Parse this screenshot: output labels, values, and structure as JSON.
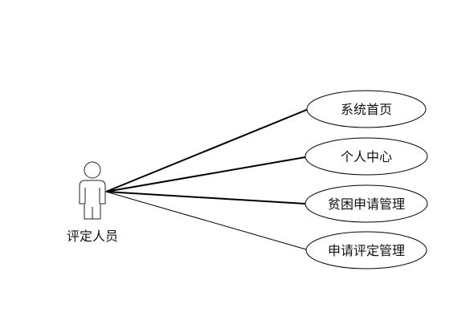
{
  "diagram": {
    "actor": {
      "label": "评定人员"
    },
    "use_cases": [
      {
        "label": "系统首页"
      },
      {
        "label": "个人中心"
      },
      {
        "label": "贫困申请管理"
      },
      {
        "label": "申请评定管理"
      }
    ],
    "colors": {
      "stroke": "#000000",
      "fill": "#ffffff",
      "text": "#111111"
    }
  }
}
